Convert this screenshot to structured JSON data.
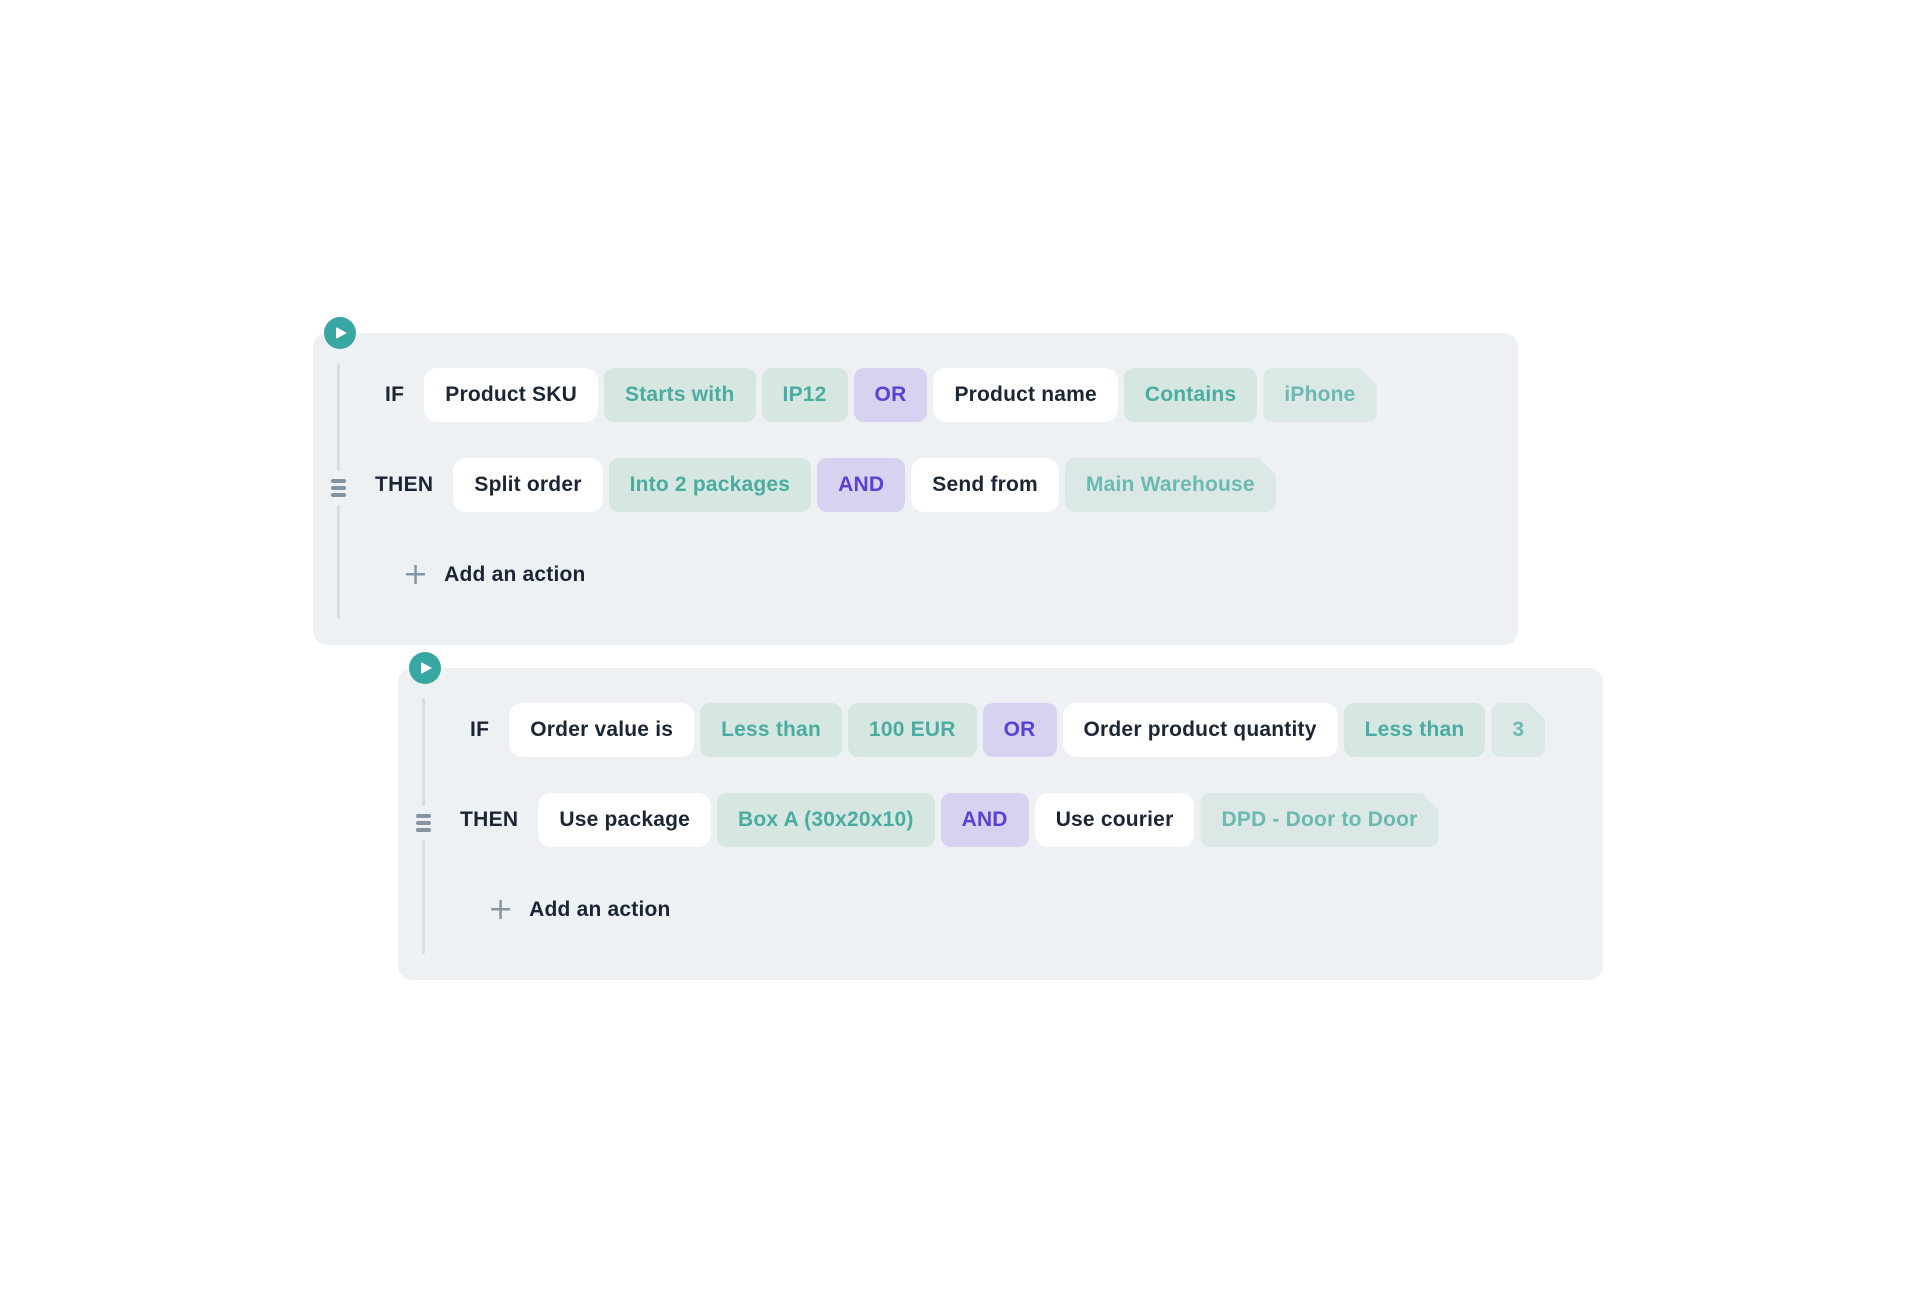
{
  "colors": {
    "card_background": "#edf1f3",
    "mint_chip_background": "#d6e7e2",
    "teal_text": "#4aaca0",
    "lavender_chip_background": "#d8d2f1",
    "purple_text": "#5b40d8",
    "navy_text": "#1b2534",
    "gray_icon": "#8494a0",
    "play_button": "#38a7a2"
  },
  "rules": [
    {
      "if_label": "IF",
      "then_label": "THEN",
      "add_action": "Add an action",
      "if": {
        "chips": [
          {
            "text": "Product SKU",
            "variant": "white"
          },
          {
            "text": "Starts with",
            "variant": "mint"
          },
          {
            "text": "IP12",
            "variant": "mint"
          },
          {
            "text": "OR",
            "variant": "lavender"
          },
          {
            "text": "Product name",
            "variant": "white"
          },
          {
            "text": "Contains",
            "variant": "mint"
          },
          {
            "text": "iPhone",
            "variant": "mint",
            "cut_corner": true
          }
        ]
      },
      "then": {
        "chips": [
          {
            "text": "Split order",
            "variant": "white"
          },
          {
            "text": "Into 2 packages",
            "variant": "mint"
          },
          {
            "text": "AND",
            "variant": "lavender"
          },
          {
            "text": "Send from",
            "variant": "white"
          },
          {
            "text": "Main Warehouse",
            "variant": "mint",
            "cut_corner": true
          }
        ]
      }
    },
    {
      "if_label": "IF",
      "then_label": "THEN",
      "add_action": "Add an action",
      "if": {
        "chips": [
          {
            "text": "Order value is",
            "variant": "white"
          },
          {
            "text": "Less than",
            "variant": "mint"
          },
          {
            "text": "100 EUR",
            "variant": "mint"
          },
          {
            "text": "OR",
            "variant": "lavender"
          },
          {
            "text": "Order product quantity",
            "variant": "white"
          },
          {
            "text": "Less than",
            "variant": "mint"
          },
          {
            "text": "3",
            "variant": "mint",
            "cut_corner": true
          }
        ]
      },
      "then": {
        "chips": [
          {
            "text": "Use package",
            "variant": "white"
          },
          {
            "text": "Box A (30x20x10)",
            "variant": "mint"
          },
          {
            "text": "AND",
            "variant": "lavender"
          },
          {
            "text": "Use courier",
            "variant": "white"
          },
          {
            "text": "DPD - Door to Door",
            "variant": "mint",
            "cut_corner": true
          }
        ]
      }
    }
  ]
}
